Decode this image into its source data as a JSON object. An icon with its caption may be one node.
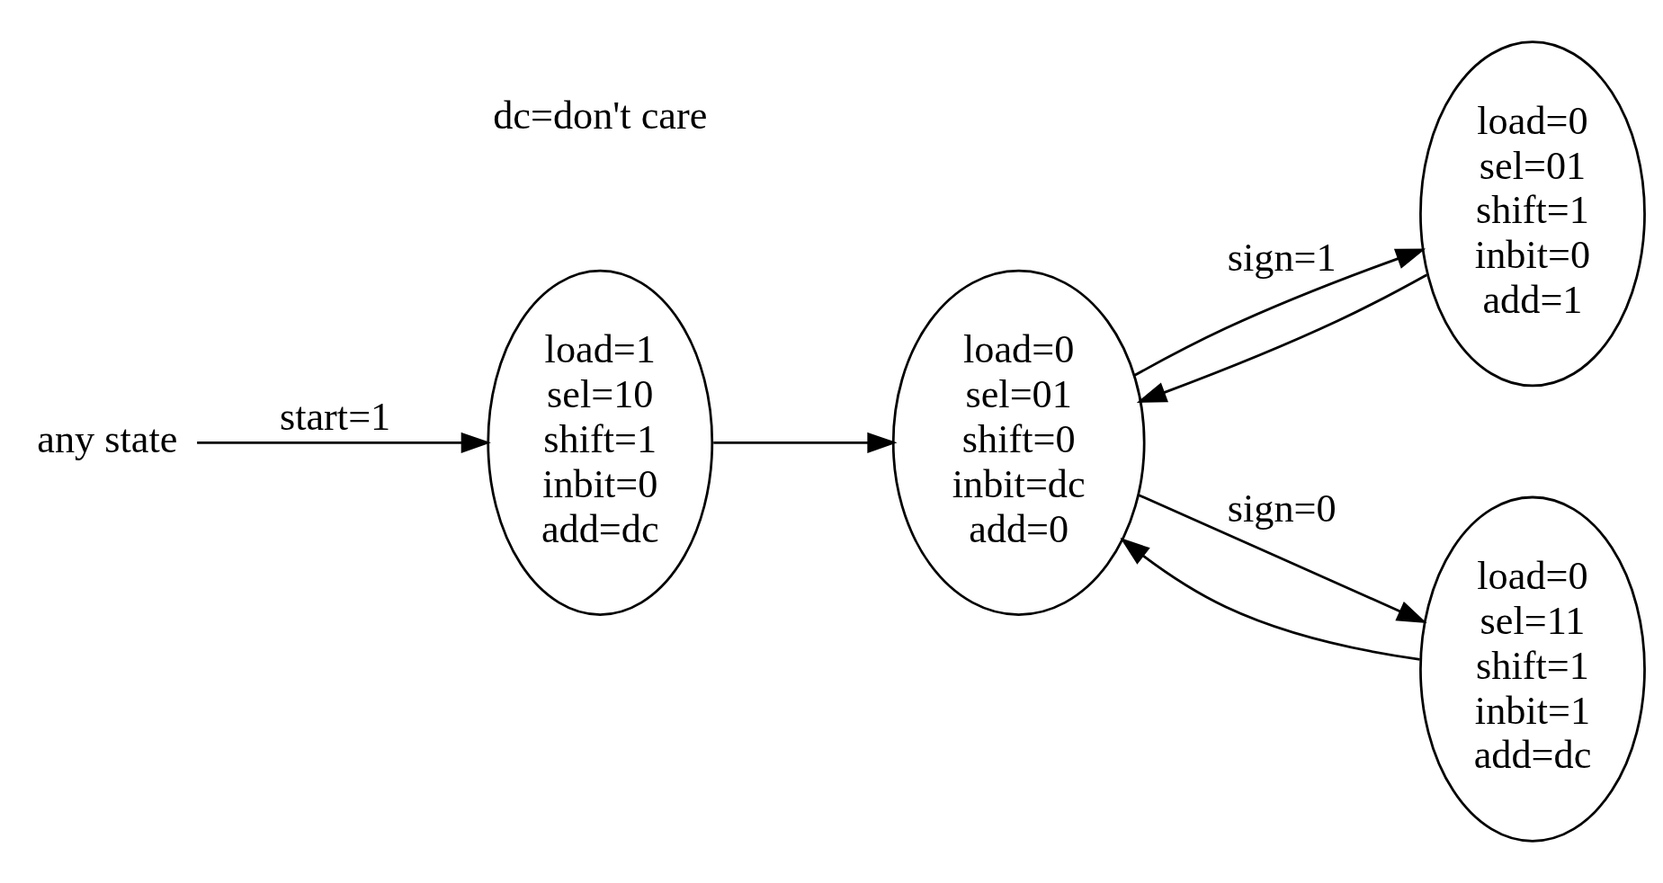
{
  "diagram": {
    "nodes": [
      {
        "text": [
          "any state"
        ]
      },
      {
        "text": [
          "load=1",
          "sel=10",
          "shift=1",
          "inbit=0",
          "add=dc"
        ]
      },
      {
        "text": [
          "load=0",
          "sel=01",
          "shift=0",
          "inbit=dc",
          "add=0"
        ]
      },
      {
        "text": [
          "load=0",
          "sel=01",
          "shift=1",
          "inbit=0",
          "add=1"
        ]
      },
      {
        "text": [
          "load=0",
          "sel=11",
          "shift=1",
          "inbit=1",
          "add=dc"
        ]
      }
    ],
    "edges": [
      {
        "from": 0,
        "to": 1,
        "arrow": "to",
        "label": "start=1"
      },
      {
        "from": 1,
        "to": 2,
        "arrow": "to"
      },
      {
        "from": 2,
        "to": 3,
        "arrow": "to",
        "label": "sign=1"
      },
      {
        "from": 3,
        "to": 2,
        "arrow": "to"
      },
      {
        "from": 2,
        "to": 4,
        "arrow": "to",
        "label": "sign=0"
      },
      {
        "from": 4,
        "to": 2,
        "arrow": "to"
      }
    ],
    "labels": [
      "dc=don't care"
    ]
  }
}
